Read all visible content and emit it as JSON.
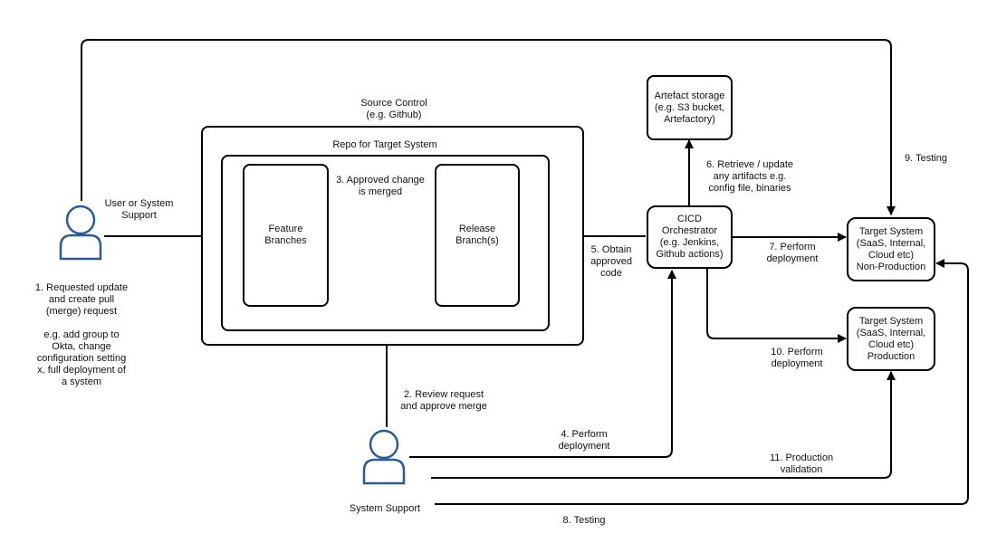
{
  "source_control": {
    "title": "Source Control\n(e.g. Github)"
  },
  "repo": {
    "title": "Repo for Target System"
  },
  "feature_branches": "Feature\nBranches",
  "release_branches": "Release\nBranch(s)",
  "artefact_storage": "Artefact storage\n(e.g. S3 bucket,\nArtefactory)",
  "orchestrator": "CICD\nOrchestrator\n(e.g. Jenkins,\nGithub actions)",
  "target_nonprod": "Target System\n(SaaS, Internal,\nCloud etc)\nNon-Production",
  "target_prod": "Target System\n(SaaS, Internal,\nCloud etc)\nProduction",
  "actors": {
    "user": "User or System\nSupport",
    "support": "System Support"
  },
  "steps": {
    "s1": "1. Requested update\nand create pull\n(merge) request\n\ne.g. add group to\nOkta, change\nconfiguration setting\nx, full deployment of\na system",
    "s2": "2. Review request\nand approve merge",
    "s3": "3. Approved change\nis merged",
    "s4": "4. Perform\ndeployment",
    "s5": "5. Obtain\napproved\ncode",
    "s6": "6. Retrieve / update\nany artifacts e.g.\nconfig file, binaries",
    "s7": "7. Perform\ndeployment",
    "s8": "8. Testing",
    "s9": "9. Testing",
    "s10": "10. Perform\ndeployment",
    "s11": "11. Production\nvalidation"
  },
  "colors": {
    "line": "#000000",
    "person_stroke": "#2a5b93",
    "person_fill": "#ffffff"
  },
  "icons": {
    "person": "person-icon"
  }
}
